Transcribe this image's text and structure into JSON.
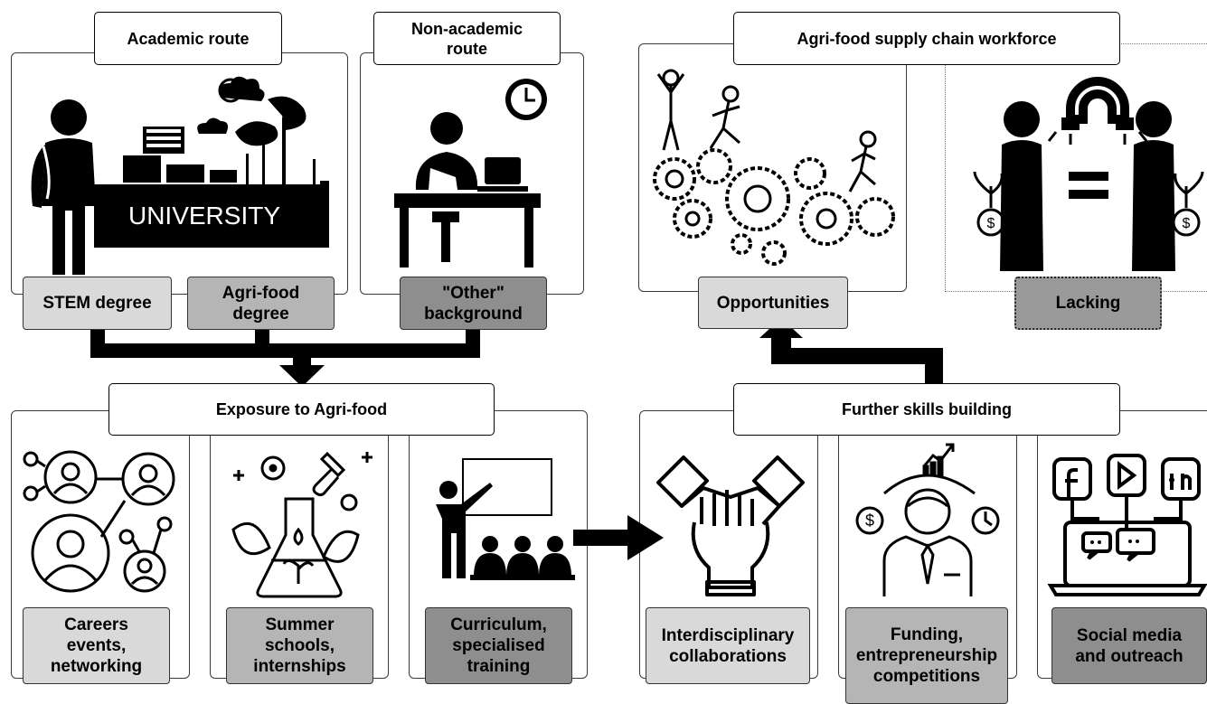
{
  "titles": {
    "academic": "Academic route",
    "non_academic": "Non-academic route",
    "workforce": "Agri-food supply chain workforce",
    "exposure": "Exposure to Agri-food",
    "skills": "Further skills building"
  },
  "labels": {
    "stem": "STEM degree",
    "agrifood": "Agri-food degree",
    "other": "\"Other\" background",
    "opportunities": "Opportunities",
    "lacking": "Lacking",
    "careers": "Careers events, networking",
    "summer": "Summer schools, internships",
    "curriculum": "Curriculum, specialised training",
    "interdisciplinary": "Interdisciplinary collaborations",
    "funding": "Funding, entrepreneurship competitions",
    "social": "Social media and outreach"
  },
  "university_text": "UNIVERSITY",
  "icons": {
    "student": "student-with-backpack-icon",
    "university": "university-building-icon",
    "office_worker": "person-at-desk-with-laptop-icon",
    "clock": "clock-icon",
    "gears": "people-on-gears-icon",
    "magnet": "magnet-attracting-people-icon",
    "network": "network-people-icon",
    "lab": "lab-flask-plants-icon",
    "teacher": "teacher-classroom-icon",
    "hands": "joined-hands-icon",
    "businessman": "businessman-funding-icon",
    "social_media": "social-media-laptop-icon"
  }
}
